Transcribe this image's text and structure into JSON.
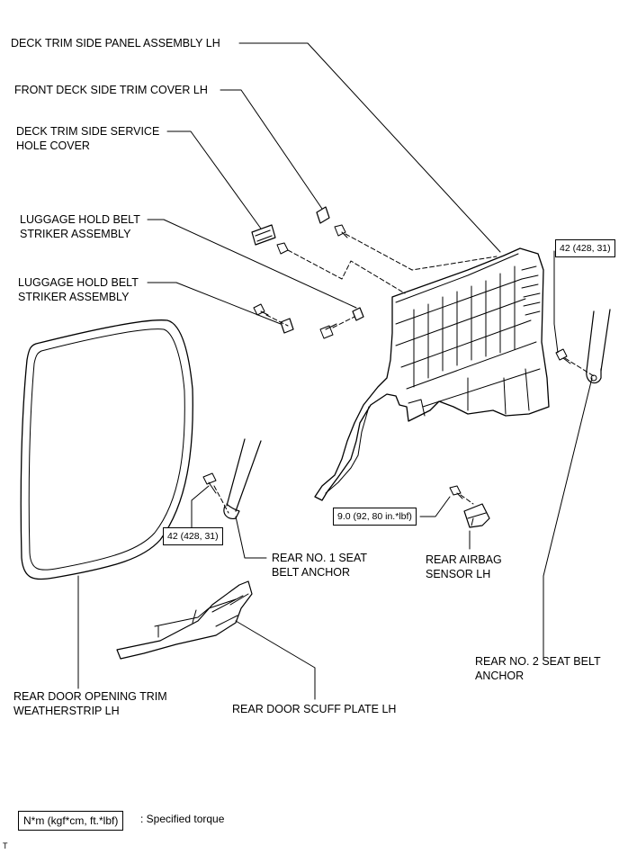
{
  "labels": {
    "deck_trim_panel": "DECK TRIM SIDE PANEL ASSEMBLY LH",
    "front_deck_cover": "FRONT DECK SIDE TRIM COVER LH",
    "service_hole_l1": "DECK TRIM SIDE SERVICE",
    "service_hole_l2": "HOLE COVER",
    "luggage_upper_l1": "LUGGAGE HOLD BELT",
    "luggage_upper_l2": "STRIKER ASSEMBLY",
    "luggage_lower_l1": "LUGGAGE HOLD BELT",
    "luggage_lower_l2": "STRIKER ASSEMBLY",
    "seat_belt_1_l1": "REAR NO. 1 SEAT",
    "seat_belt_1_l2": "BELT ANCHOR",
    "airbag_l1": "REAR AIRBAG",
    "airbag_l2": "SENSOR LH",
    "seat_belt_2_l1": "REAR NO. 2 SEAT BELT",
    "seat_belt_2_l2": "ANCHOR",
    "weatherstrip_l1": "REAR DOOR OPENING TRIM",
    "weatherstrip_l2": "WEATHERSTRIP LH",
    "scuff_plate": "REAR DOOR SCUFF PLATE LH"
  },
  "torques": {
    "no2_anchor": "42 (428, 31)",
    "no1_anchor": "42 (428, 31)",
    "airbag_sensor": "9.0 (92, 80 in.*lbf)"
  },
  "legend": {
    "unit_box": "N*m (kgf*cm, ft.*lbf)",
    "meaning": ": Specified torque"
  },
  "footer_mark": "T"
}
